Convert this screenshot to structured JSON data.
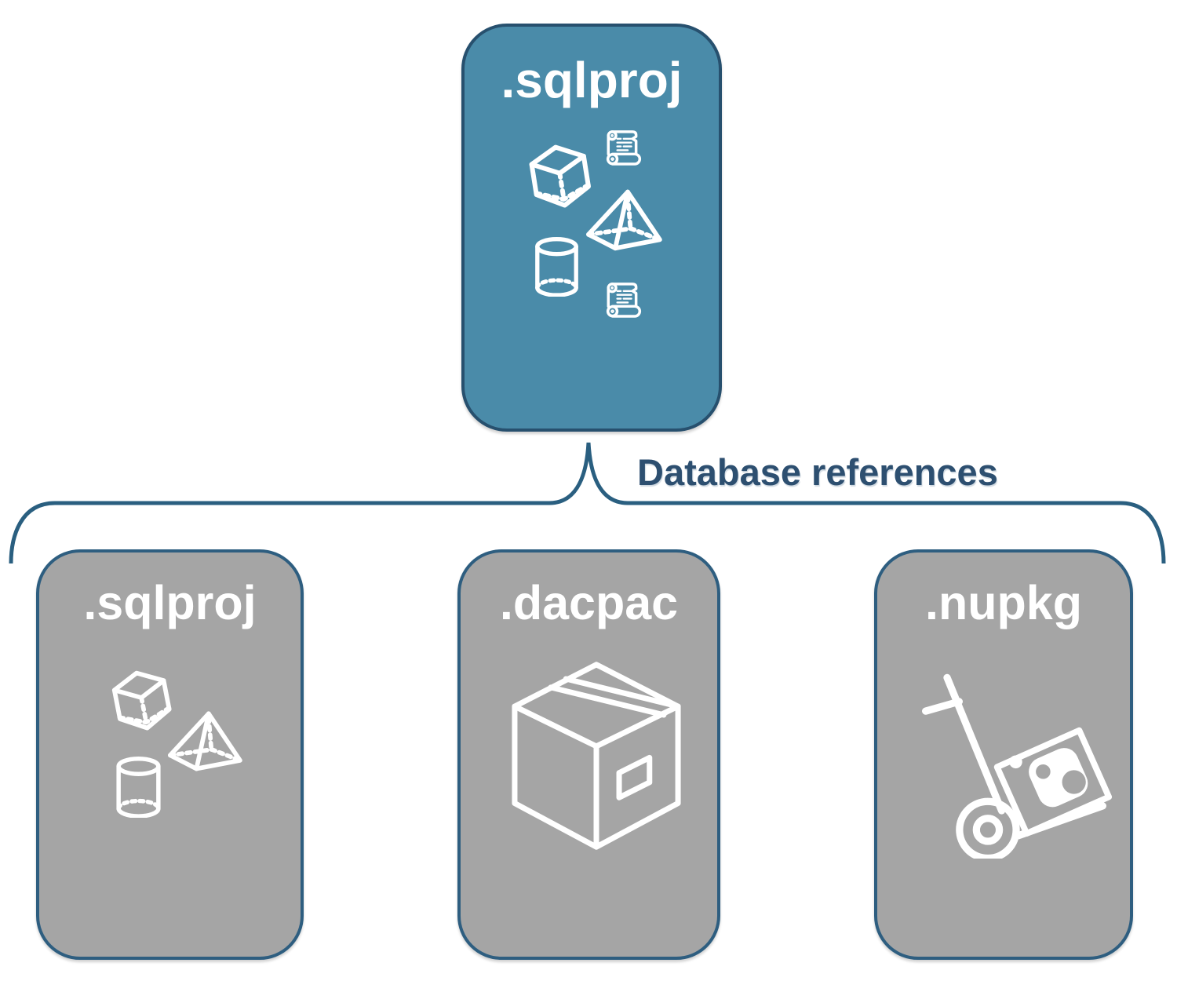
{
  "diagram": {
    "root": {
      "label": ".sqlproj",
      "icons": [
        "sql-script-scroll-icon",
        "cube-icon",
        "pyramid-icon",
        "database-cylinder-icon",
        "sql-script-scroll-icon"
      ]
    },
    "connector": {
      "label": "Database references"
    },
    "children": [
      {
        "label": ".sqlproj",
        "icons": [
          "cube-icon",
          "pyramid-icon",
          "database-cylinder-icon"
        ]
      },
      {
        "label": ".dacpac",
        "icons": [
          "package-box-icon"
        ]
      },
      {
        "label": ".nupkg",
        "icons": [
          "hand-truck-package-icon"
        ]
      }
    ]
  },
  "colors": {
    "root_fill": "#4A8BA9",
    "root_border": "#27506E",
    "child_fill": "#A5A5A5",
    "child_border": "#2E5E80",
    "connector_stroke": "#2A5F80",
    "connector_label": "#2D4F70",
    "icon_stroke": "#FFFFFF"
  }
}
